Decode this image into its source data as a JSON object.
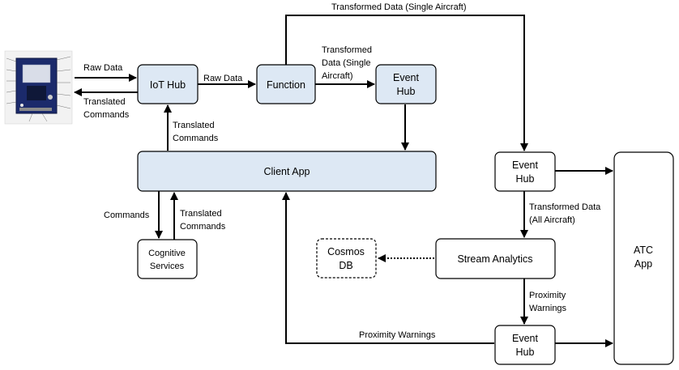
{
  "nodes": {
    "iot_hub": "IoT Hub",
    "function": "Function",
    "event_hub_top": [
      "Event",
      "Hub"
    ],
    "client_app": "Client App",
    "event_hub_right": [
      "Event",
      "Hub"
    ],
    "cognitive_services": [
      "Cognitive",
      "Services"
    ],
    "cosmos_db": [
      "Cosmos",
      "DB"
    ],
    "stream_analytics": "Stream Analytics",
    "event_hub_bottom": [
      "Event",
      "Hub"
    ],
    "atc_app": [
      "ATC",
      "App"
    ]
  },
  "edges": {
    "raw_data_in": "Raw Data",
    "translated_commands_out": [
      "Translated",
      "Commands"
    ],
    "raw_data_iot_function": "Raw Data",
    "transformed_single_function_eventhub": [
      "Transformed",
      "Data (Single",
      "Aircraft)"
    ],
    "transformed_single_top": "Transformed Data (Single Aircraft)",
    "translated_commands_client_iot": [
      "Translated",
      "Commands"
    ],
    "commands": "Commands",
    "translated_commands_cognitive": [
      "Translated",
      "Commands"
    ],
    "transformed_all_aircraft": [
      "Transformed Data",
      "(All Aircraft)"
    ],
    "proximity_warnings_vertical": [
      "Proximity",
      "Warnings"
    ],
    "proximity_warnings_horizontal": "Proximity Warnings"
  },
  "colors": {
    "azure_box": "#dde8f4",
    "plain_box": "#ffffff",
    "line": "#000000"
  },
  "device_icon": "iot-device-board-icon"
}
